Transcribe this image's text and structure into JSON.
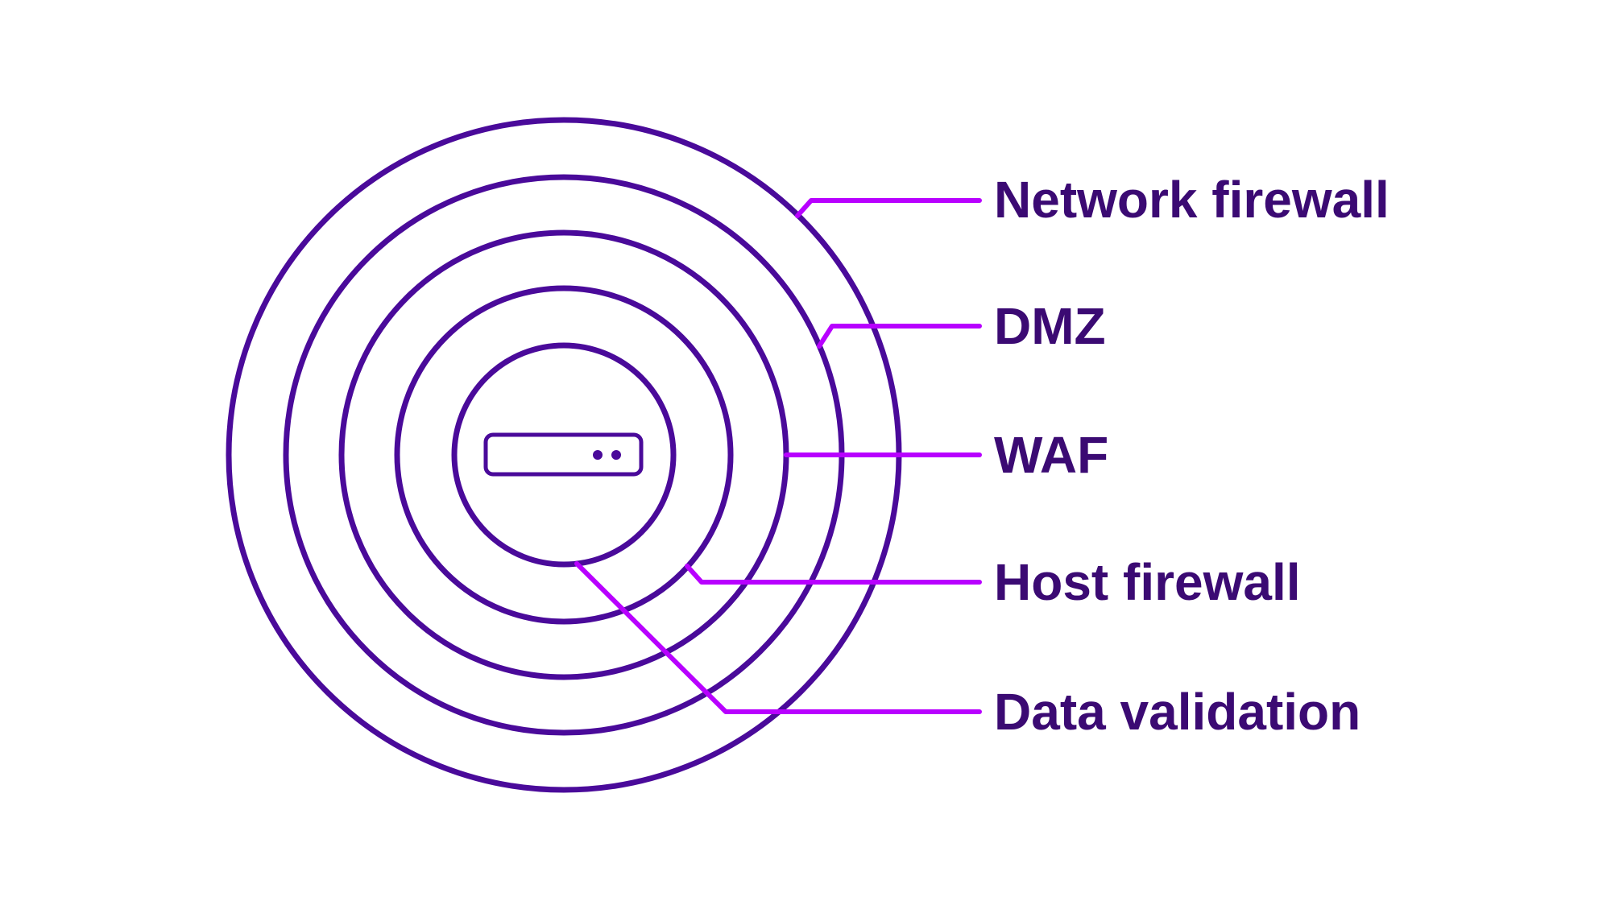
{
  "colors": {
    "ring": "#4a0a9a",
    "leader": "#b800ff",
    "label": "#3b0a73",
    "background": "#ffffff"
  },
  "center_icon": "server-icon",
  "layers": [
    {
      "label": "Network firewall"
    },
    {
      "label": "DMZ"
    },
    {
      "label": "WAF"
    },
    {
      "label": "Host firewall"
    },
    {
      "label": "Data validation"
    }
  ]
}
